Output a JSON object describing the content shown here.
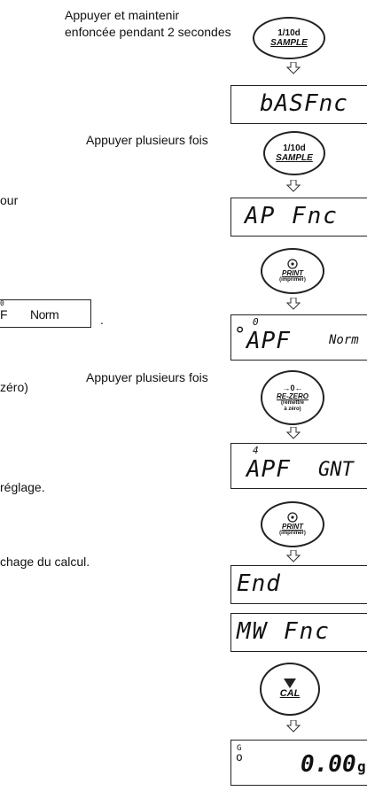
{
  "instructions": {
    "step1": [
      "Appuyer et maintenir",
      "enfoncée pendant 2 secondes"
    ],
    "step2": "Appuyer plusieurs fois",
    "step3": "Appuyer plusieurs fois"
  },
  "left_fragments": {
    "pour": "our",
    "zero": "zéro)",
    "reglage": "réglage.",
    "calcul": "chage du calcul.",
    "period": "."
  },
  "inline_display": {
    "num": "0",
    "prefix": "F",
    "value": "Norm"
  },
  "buttons": {
    "sample": {
      "line1": "1/10d",
      "line2": "SAMPLE"
    },
    "print": {
      "line1": "PRINT",
      "line2": "(imprimer)"
    },
    "rezero": {
      "line1": "→0←",
      "line2": "RE-ZERO",
      "line3": "(remettre",
      "line4": "à zéro)"
    },
    "cal": {
      "line1": "CAL"
    }
  },
  "displays": {
    "basfnc": "bASFnc",
    "apfnc": "AP Fnc",
    "apf_norm": {
      "dot": "°",
      "digit": "0",
      "label": "APF",
      "value": "Norm"
    },
    "apf_gnt": {
      "digit": "4",
      "label": "APF",
      "value": "GNT"
    },
    "end": "End",
    "mwfnc": "MW Fnc",
    "final": {
      "mark_top": "G",
      "mark_bottom": "o",
      "value": "0.00",
      "unit": "g"
    }
  },
  "icons": [
    "down-arrow-icon",
    "print-circle-icon",
    "triangle-down-icon",
    "arrows-inward-icon"
  ]
}
